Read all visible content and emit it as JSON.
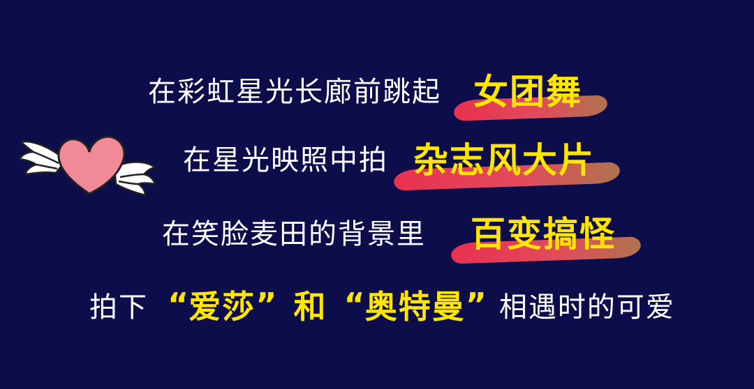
{
  "lines": [
    {
      "text": "在彩虹星光长廊前跳起",
      "highlight": "女团舞"
    },
    {
      "text": "在星光映照中拍",
      "highlight": "杂志风大片"
    },
    {
      "text": "在笑脸麦田的背景里",
      "highlight": "百变搞怪"
    }
  ],
  "last_line": {
    "prefix": "拍下",
    "open_quote": "“",
    "name1": "爱莎",
    "close_quote": "”",
    "connector": "和",
    "name2": "奥特曼",
    "suffix": "相遇时的可爱"
  },
  "colors": {
    "background": "#0c0d4a",
    "text": "#ffffff",
    "highlight_text": "#ffe600",
    "brush_start": "#e8314f",
    "brush_end": "#b0734e",
    "heart": "#f08a96"
  },
  "icons": {
    "decor": "winged-heart-icon"
  }
}
